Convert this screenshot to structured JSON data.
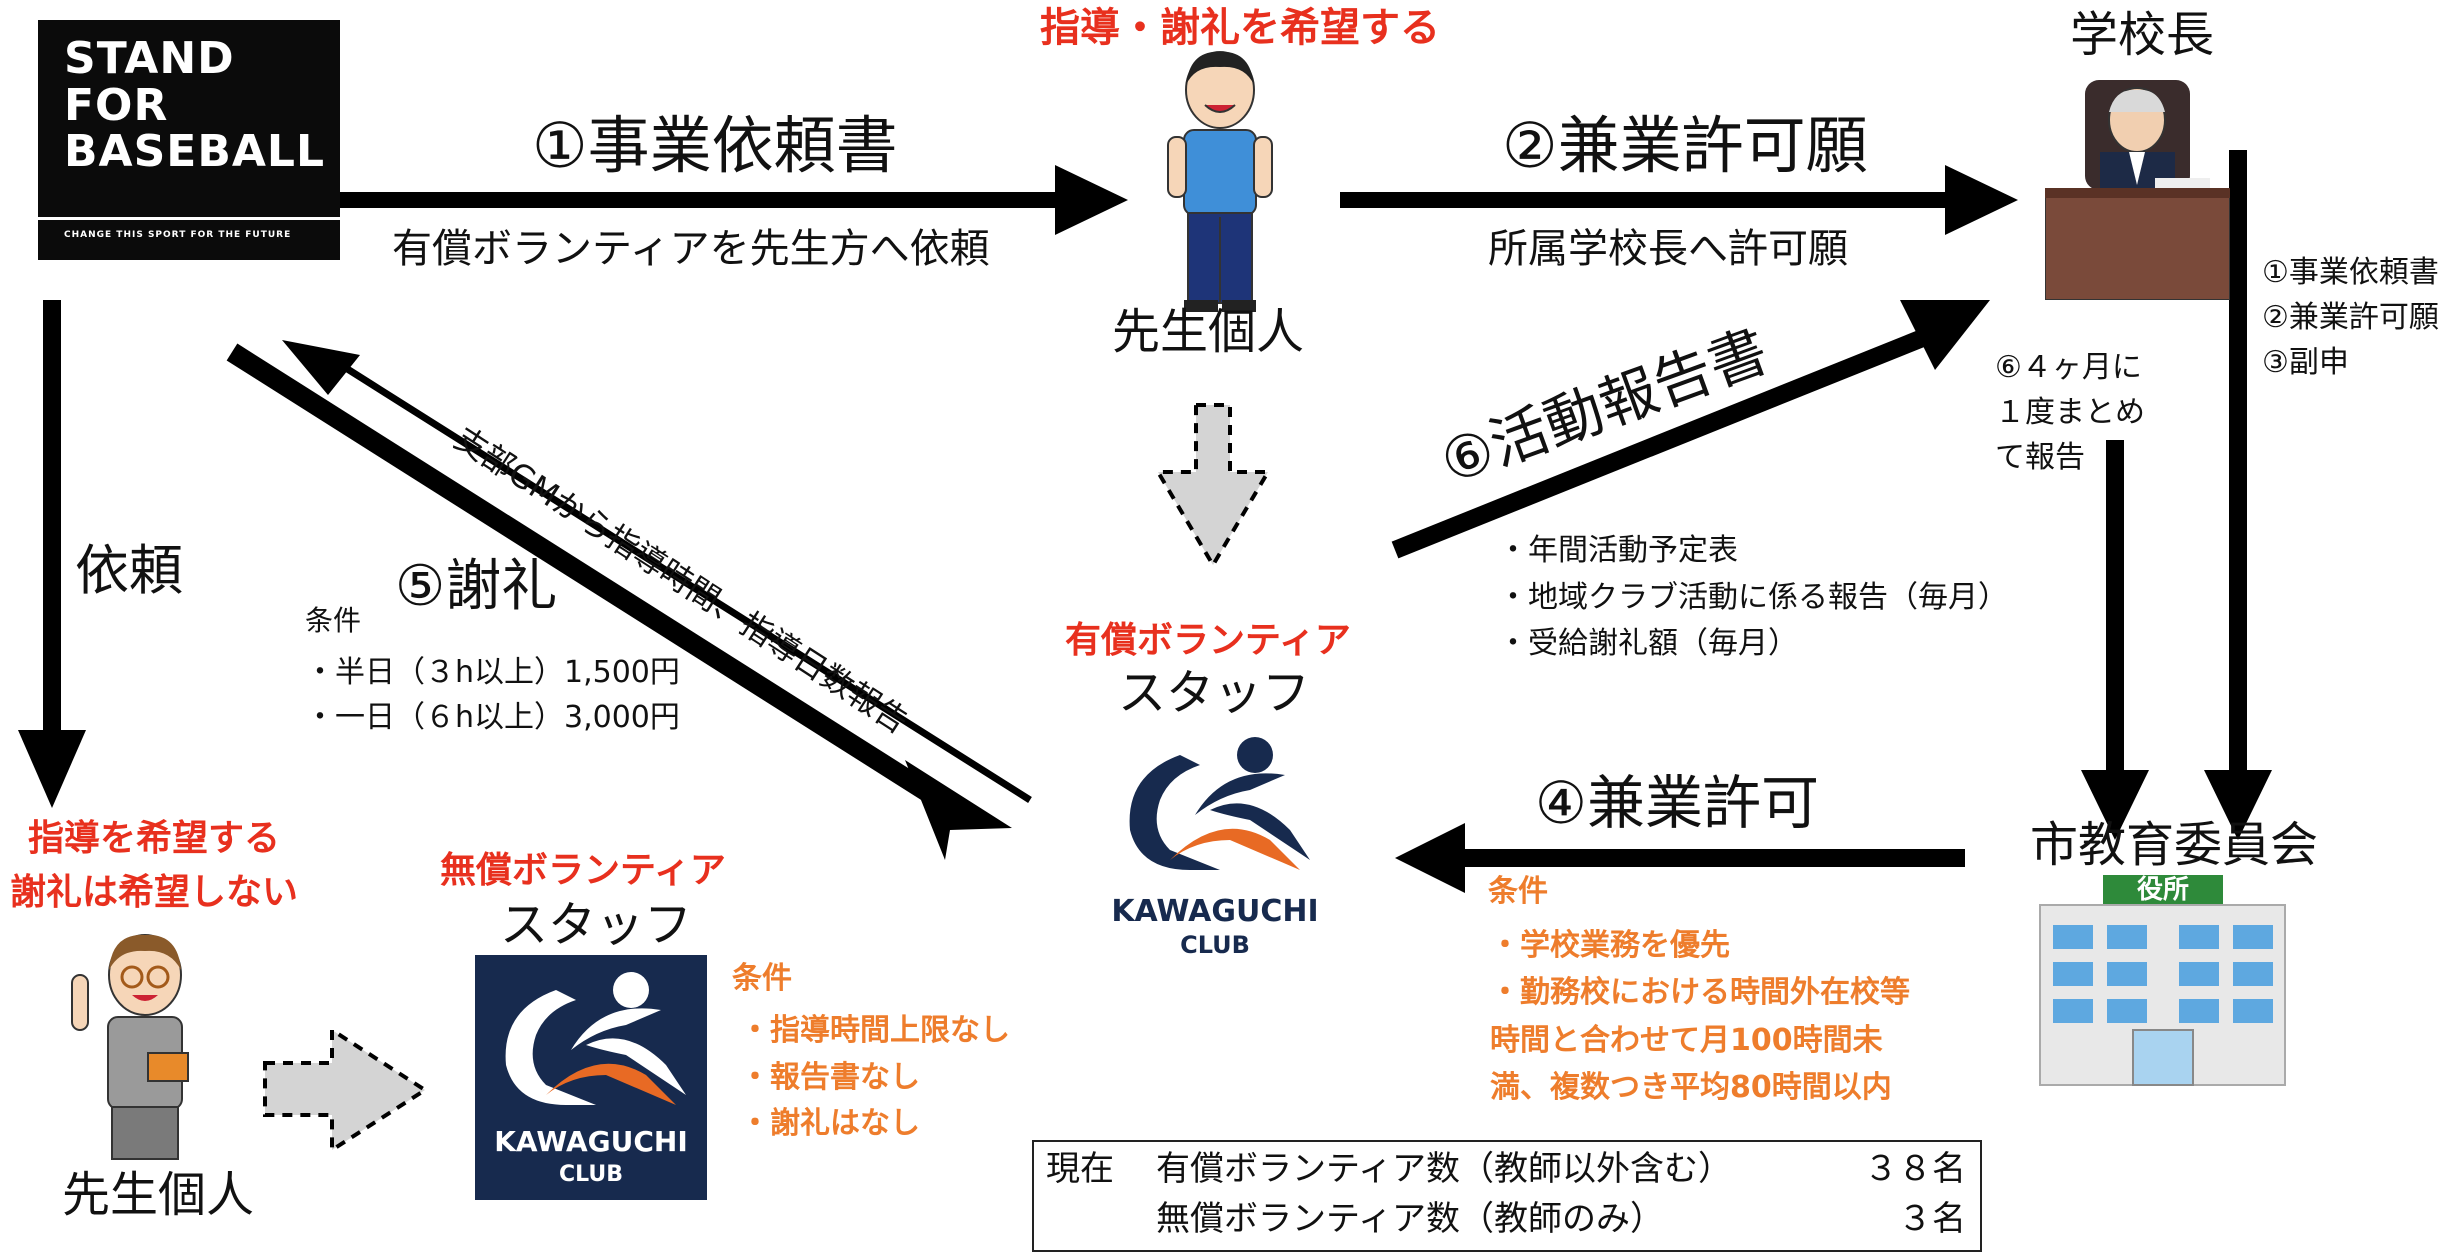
{
  "logo": {
    "line1": "STAND",
    "line2": "FOR",
    "line3": "BASEBALL",
    "tagline": "CHANGE THIS SPORT FOR THE FUTURE"
  },
  "top": {
    "wish_top": "指導・謝礼を希望する",
    "teacher_top": "先生個人",
    "principal": "学校長",
    "arrow1_title": "①事業依頼書",
    "arrow1_sub": "有償ボランティアを先生方へ依頼",
    "arrow2_title": "②兼業許可願",
    "arrow2_sub": "所属学校長へ許可願",
    "right_docs": [
      "①事業依頼書",
      "②兼業許可願",
      "③副申"
    ]
  },
  "left": {
    "request": "依頼",
    "wish_line1": "指導を希望する",
    "wish_line2": "謝礼は希望しない",
    "teacher_bottom": "先生個人"
  },
  "center": {
    "paid_label": "有償ボランティア",
    "paid_staff": "スタッフ",
    "club_name": "KAWAGUCHI",
    "club_sub": "CLUB",
    "report_gm": "支部GMから指導時間、指導日数報告",
    "fee_title": "⑤謝礼",
    "fee_cond_title": "条件",
    "fee_conditions": [
      "・半日（３h以上）1,500円",
      "・一日（６h以上）3,000円"
    ],
    "activity_title": "⑥活動報告書",
    "activity_items": [
      "・年間活動予定表",
      "・地域クラブ活動に係る報告（毎月）",
      "・受給謝礼額（毎月）"
    ],
    "every4_lines": [
      "⑥４ヶ月に",
      "１度まとめ",
      "て報告"
    ]
  },
  "unpaid": {
    "label": "無償ボランティア",
    "staff": "スタッフ",
    "cond_title": "条件",
    "conditions": [
      "・指導時間上限なし",
      "・報告書なし",
      "・謝礼はなし"
    ]
  },
  "board": {
    "name": "市教育委員会",
    "building_sign": "役所",
    "permit_title": "④兼業許可",
    "cond_title": "条件",
    "conditions": [
      "・学校業務を優先",
      "・勤務校における時間外在校等",
      "時間と合わせて月100時間未",
      "満、複数つき平均80時間以内"
    ]
  },
  "summary": {
    "now": "現在",
    "paid_label": "有償ボランティア数（教師以外含む）",
    "paid_count": "３８名",
    "unpaid_label": "無償ボランティア数（教師のみ）",
    "unpaid_count": "３名"
  },
  "colors": {
    "red": "#e8301e",
    "orange": "#ee7d2c",
    "navy": "#172a4e",
    "gray_arrow": "#d4d4d4"
  }
}
